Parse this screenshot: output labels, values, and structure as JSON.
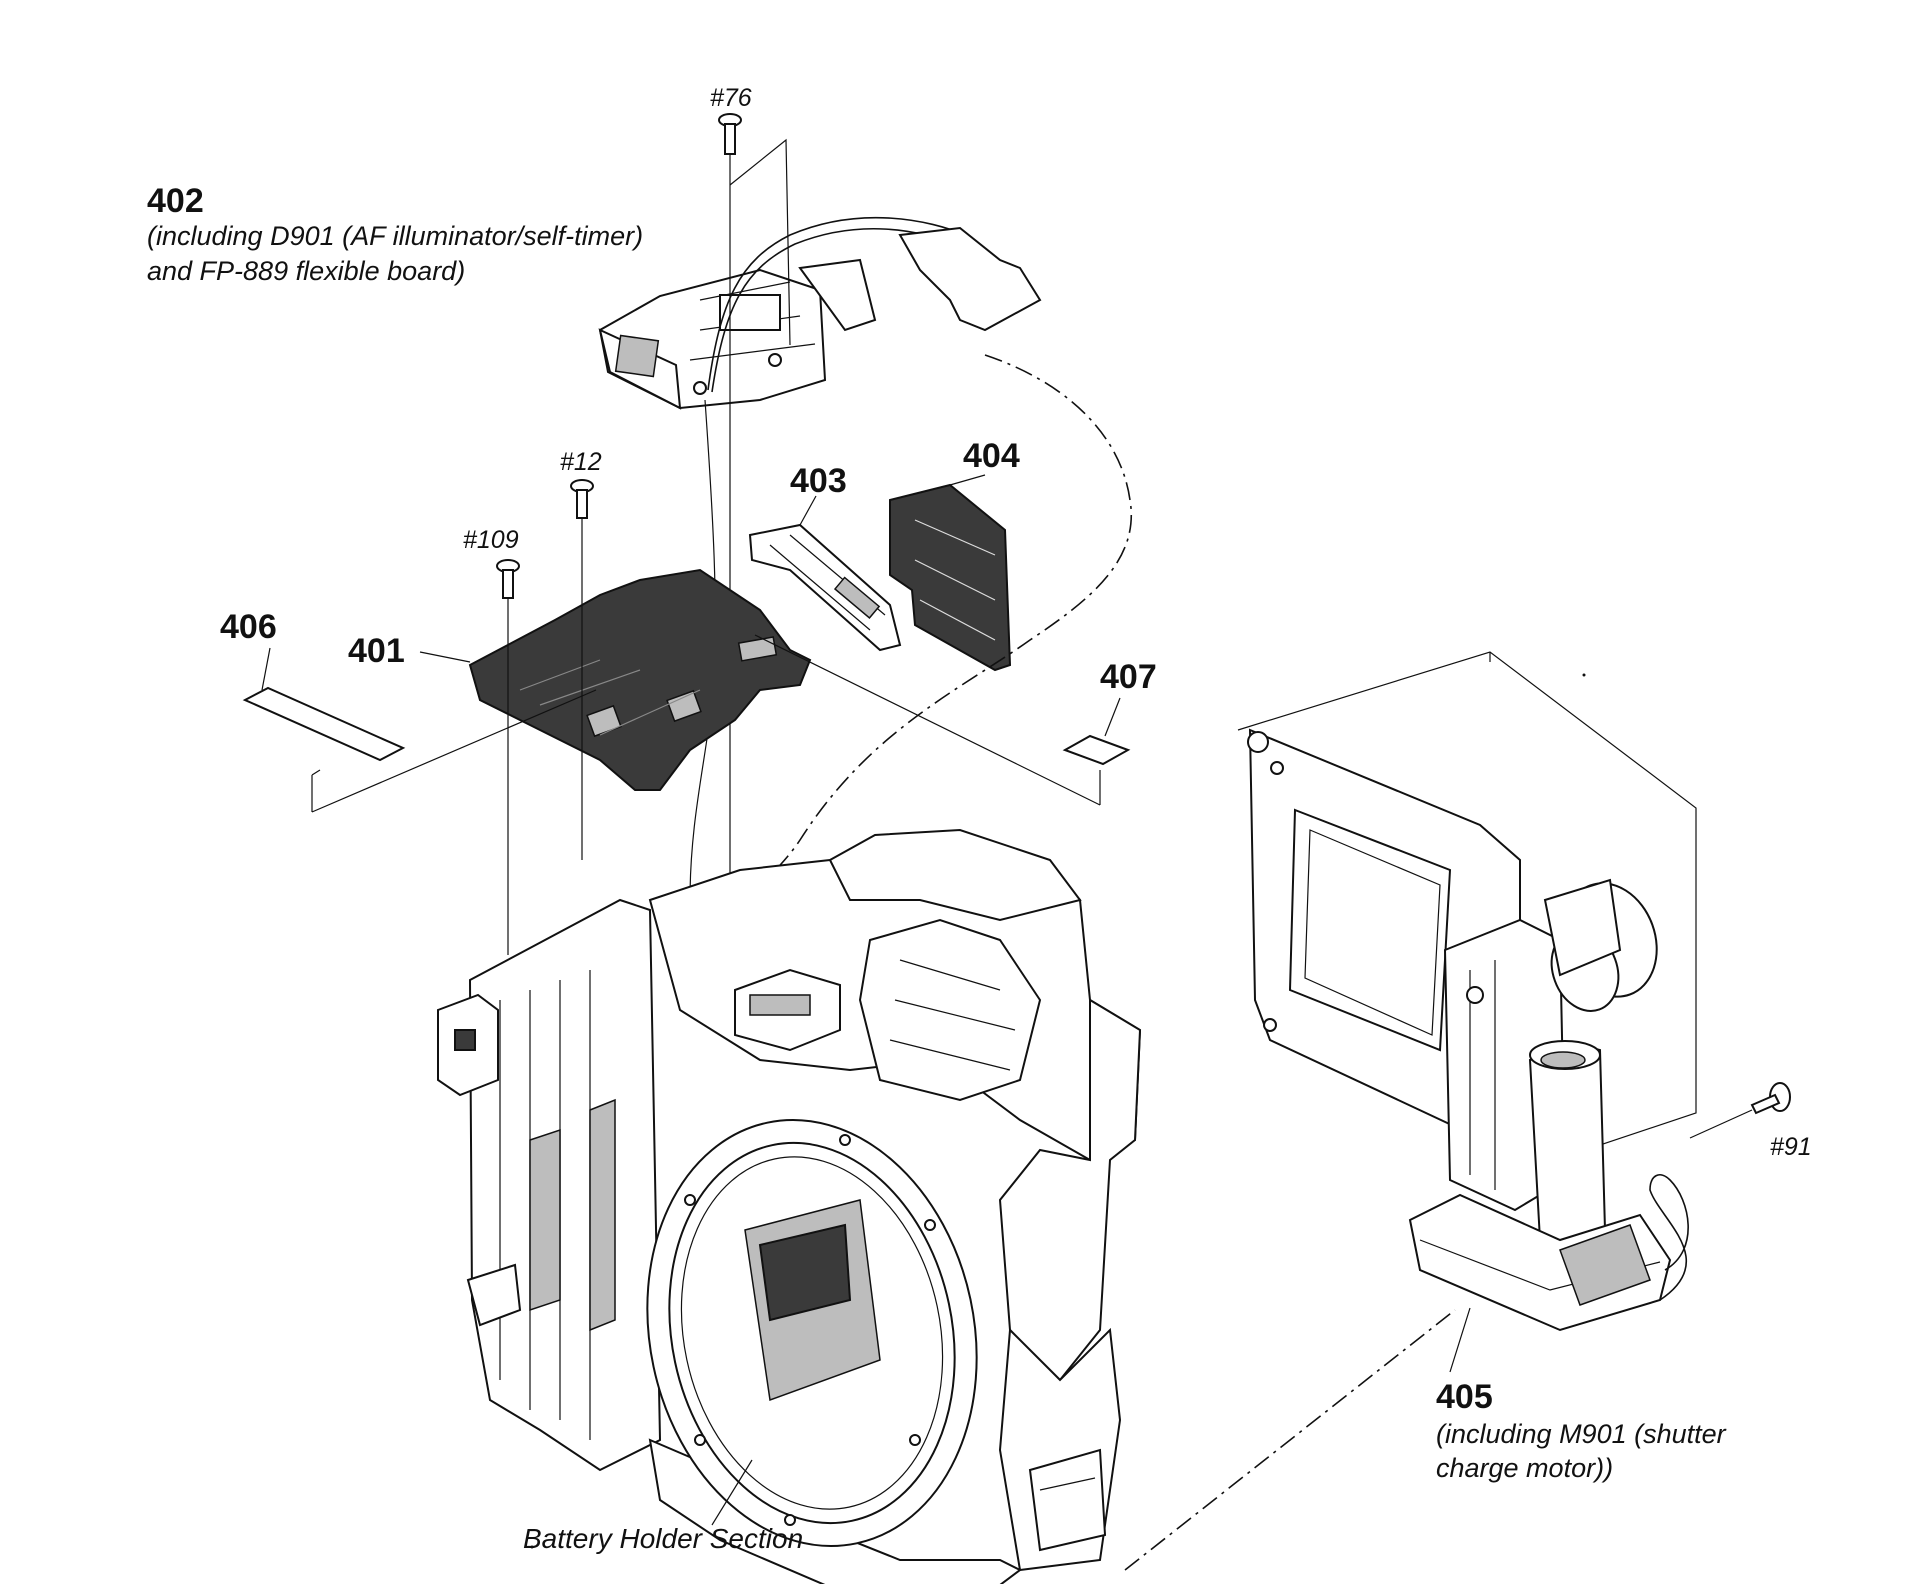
{
  "labels": {
    "part_401": "401",
    "part_402": "402",
    "part_402_desc_line1": "(including D901 (AF illuminator/self-timer)",
    "part_402_desc_line2": "and FP-889 flexible board)",
    "part_403": "403",
    "part_404": "404",
    "part_405": "405",
    "part_405_desc_line1": "(including  M901 (shutter",
    "part_405_desc_line2": "charge motor))",
    "part_406": "406",
    "part_407": "407",
    "screw_76": "#76",
    "screw_12": "#12",
    "screw_109": "#109",
    "screw_91": "#91",
    "battery_holder": "Battery Holder Section"
  },
  "colors": {
    "line": "#111111",
    "board_fill": "#3a3a3a",
    "background": "#ffffff"
  }
}
